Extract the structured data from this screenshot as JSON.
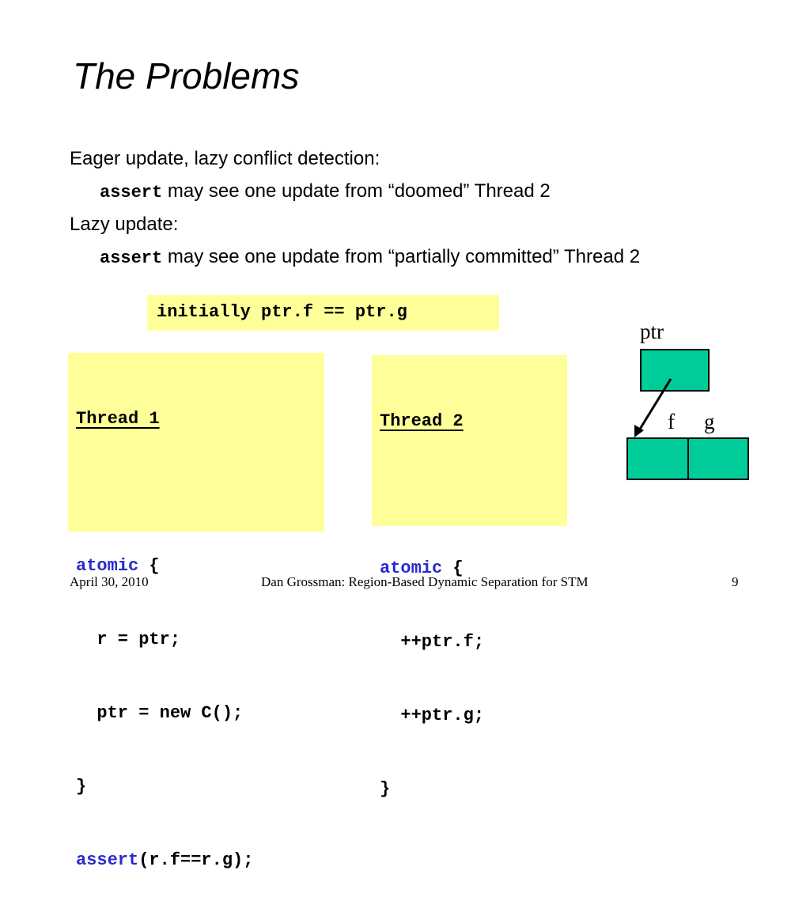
{
  "slide": {
    "title": "The Problems",
    "bullets": [
      {
        "text": "Eager update, lazy conflict detection:"
      },
      {
        "code": "assert",
        "text": " may see one update from “doomed” Thread 2"
      },
      {
        "text": "Lazy update:"
      },
      {
        "code": "assert",
        "text": " may see one update from “partially committed” Thread 2"
      }
    ],
    "initially": "initially ptr.f == ptr.g",
    "thread1": {
      "header": "Thread 1",
      "atomic_kw": "atomic",
      "open_brace": " {",
      "line1": "  r = ptr;",
      "line2": "  ptr = new C();",
      "close_brace": "}",
      "assert_kw": "assert",
      "assert_rest": "(r.f==r.g);"
    },
    "thread2": {
      "header": "Thread 2",
      "atomic_kw": "atomic",
      "open_brace": " {",
      "line1": "  ++ptr.f;",
      "line2": "  ++ptr.g;",
      "close_brace": "}"
    },
    "diagram": {
      "ptr_label": "ptr",
      "f_label": "f",
      "g_label": "g",
      "box_color": "#00cc99"
    },
    "footer": {
      "date": "April 30, 2010",
      "center": "Dan Grossman: Region-Based Dynamic Separation for STM",
      "page": "9"
    },
    "colors": {
      "code_box_bg": "#ffff99",
      "keyword": "#2a2acc"
    }
  }
}
